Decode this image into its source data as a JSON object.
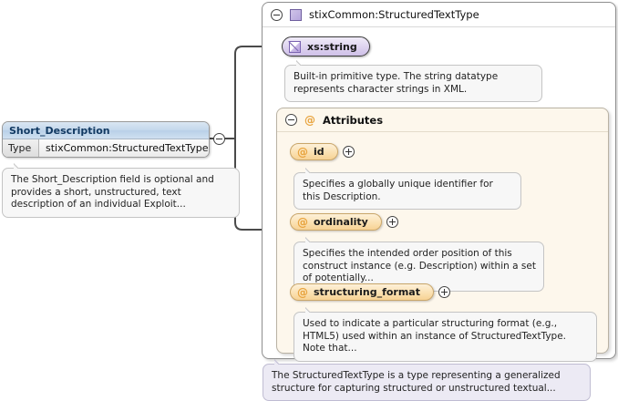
{
  "diagram": {
    "kind": "xml-schema-element-diagram"
  },
  "element": {
    "name": "Short_Description",
    "type_label": "Type",
    "type_value": "stixCommon:StructuredTextType",
    "toggle_icon": "collapse-minus-icon",
    "annotation": "The Short_Description field is optional and provides a short, unstructured, text description of an individual Exploit..."
  },
  "type_container": {
    "title": "stixCommon:StructuredTextType",
    "toggle_icon": "collapse-minus-icon",
    "swatch_icon": "complex-type-swatch-icon",
    "annotation": "The StructuredTextType is a type representing a generalized structure for capturing structured or unstructured textual..."
  },
  "base_type": {
    "label": "xs:string",
    "icon": "simple-type-icon",
    "annotation": "Built-in primitive type. The string datatype represents character strings in XML."
  },
  "attributes_panel": {
    "title": "Attributes",
    "at_symbol": "@",
    "toggle_icon": "collapse-minus-icon",
    "items": [
      {
        "name": "id",
        "at_symbol": "@",
        "toggle_icon": "expand-plus-icon",
        "annotation": "Specifies a globally unique identifier for this Description."
      },
      {
        "name": "ordinality",
        "at_symbol": "@",
        "toggle_icon": "expand-plus-icon",
        "annotation": "Specifies the intended order position of this construct instance (e.g. Description) within a set of potentially..."
      },
      {
        "name": "structuring_format",
        "at_symbol": "@",
        "toggle_icon": "expand-plus-icon",
        "annotation": "Used to indicate a particular structuring format (e.g., HTML5) used within an instance of StructuredTextType. Note that..."
      }
    ]
  },
  "colors": {
    "element_header": "#c5d8ec",
    "element_header_text": "#123a63",
    "base_type_fill": "#ddd2ef",
    "attribute_fill": "#fbe2b4",
    "attribute_accent": "#e8a33d",
    "attributes_panel_fill": "#fdf7ec",
    "type_annotation_fill": "#eceaf4",
    "annotation_fill": "#f7f7f7",
    "connector_stroke": "#4a4a4a"
  }
}
